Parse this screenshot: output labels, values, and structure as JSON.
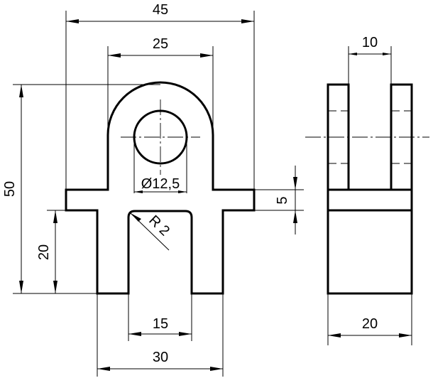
{
  "front_view": {
    "dim_width_total": "45",
    "dim_lug_width": "25",
    "dim_height_total": "50",
    "dim_base_height": "20",
    "dim_hole": "Ø12,5",
    "dim_radius": "R 2",
    "dim_slot_width": "15",
    "dim_base_width": "30",
    "dim_flange_thickness": "5"
  },
  "side_view": {
    "dim_gap": "10",
    "dim_width": "20"
  }
}
